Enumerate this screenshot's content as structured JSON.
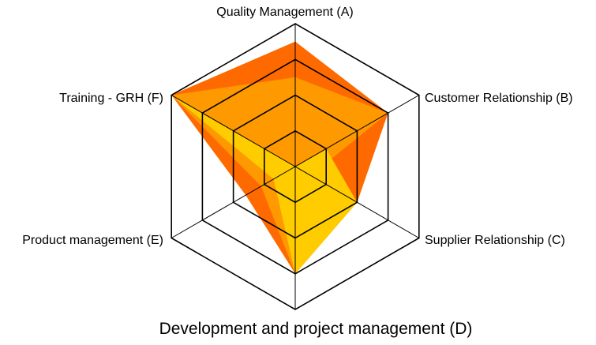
{
  "chart_data": {
    "type": "radar",
    "axes": [
      "Quality Management (A)",
      "Customer Relationship (B)",
      "Supplier Relationship (C)",
      "Development and project management (D)",
      "Product management (E)",
      "Training - GRH (F)"
    ],
    "rmax": 4,
    "rings": [
      1,
      2,
      3,
      4
    ],
    "grid": true,
    "legend": "none",
    "series": [
      {
        "color": "#FF6A00",
        "values": [
          3.5,
          3.0,
          2.0,
          3.0,
          1.6,
          4.0
        ]
      },
      {
        "color": "#FF9900",
        "values": [
          2.5,
          3.0,
          0.5,
          3.0,
          1.1,
          4.0
        ]
      },
      {
        "color": "#FFCC00",
        "values": [
          0.0,
          1.0,
          2.0,
          3.0,
          0.7,
          4.0
        ]
      }
    ]
  }
}
